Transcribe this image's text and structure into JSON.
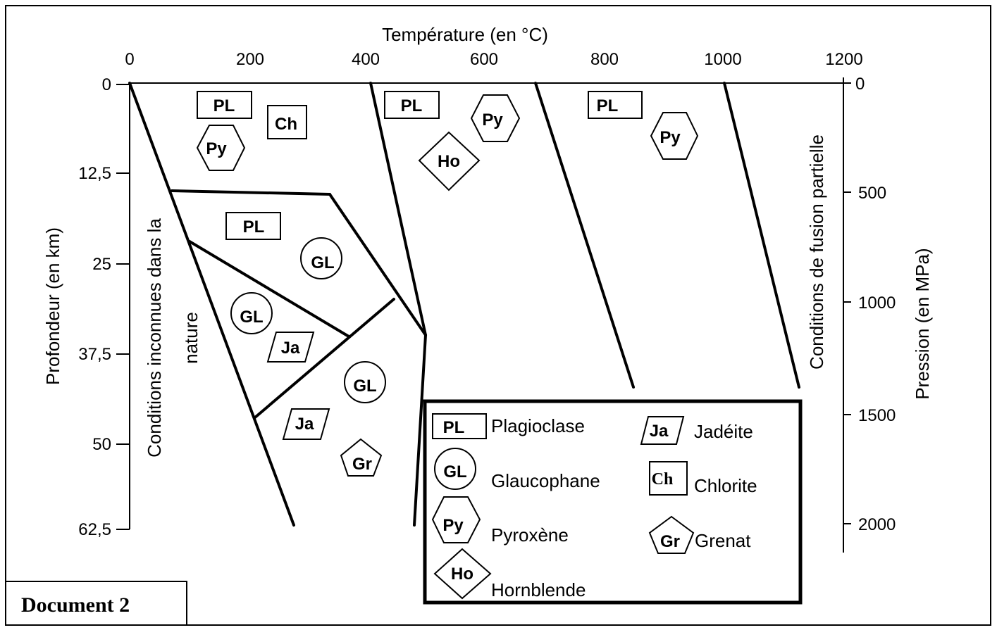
{
  "document_label": "Document 2",
  "top_axis": {
    "title": "Température (en °C)",
    "ticks": [
      "0",
      "200",
      "400",
      "600",
      "800",
      "1000",
      "1200"
    ]
  },
  "left_axis": {
    "title": "Profondeur (en km)",
    "ticks": [
      "0",
      "12,5",
      "25",
      "37,5",
      "50",
      "62,5"
    ]
  },
  "right_axis": {
    "title": "Pression (en MPa)",
    "ticks": [
      "0",
      "500",
      "1000",
      "1500",
      "2000"
    ]
  },
  "region_labels": {
    "unknown_line1": "Conditions inconnues dans la",
    "unknown_line2": "nature",
    "fusion": "Conditions de fusion partielle"
  },
  "mineral_codes": {
    "pl": "PL",
    "ch": "Ch",
    "py": "Py",
    "ho": "Ho",
    "gl": "GL",
    "ja": "Ja",
    "gr": "Gr"
  },
  "legend": {
    "plagioclase": "Plagioclase",
    "glaucophane": "Glaucophane",
    "pyroxene": "Pyroxène",
    "hornblende": "Hornblende",
    "jadeite": "Jadéite",
    "chlorite": "Chlorite",
    "grenat": "Grenat"
  }
}
